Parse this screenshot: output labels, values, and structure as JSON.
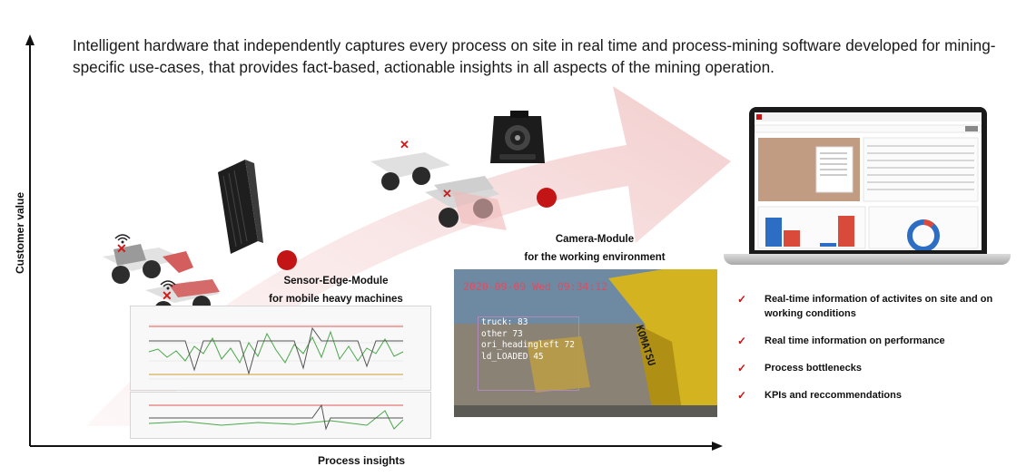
{
  "headline": "Intelligent hardware that independently captures every process on site in real time and process-mining software developed for mining-specific use-cases, that provides fact-based, actionable insights in all aspects of the mining operation.",
  "axes": {
    "y_label": "Customer value",
    "x_label": "Process insights"
  },
  "sensor_module": {
    "line1": "Sensor-Edge-Module",
    "line2": "for mobile heavy machines"
  },
  "camera_module": {
    "line1": "Camera-Module",
    "line2": "for the working environment"
  },
  "camera_overlay": {
    "timestamp": "2020-09-09 Wed 09:34:12",
    "detections": [
      "truck: 83",
      "other 73",
      "ori_headingleft 72",
      "ld_LOADED 45"
    ],
    "brand": "KOMATSU"
  },
  "bullets": [
    "Real-time information of activites on site and on working conditions",
    "Real time information on performance",
    "Process bottlenecks",
    "KPIs and reccommendations"
  ],
  "colors": {
    "accent": "#c31515",
    "arrow": "#f3d6d6",
    "axis": "#111111"
  },
  "icons": {
    "check": "check-icon",
    "wifi": "wifi-icon",
    "no_signal": "x-mark-icon"
  }
}
